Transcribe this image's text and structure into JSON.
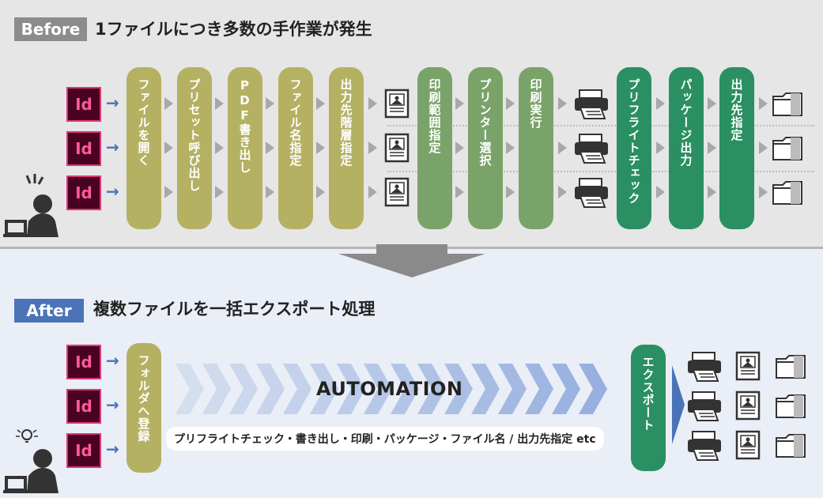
{
  "before": {
    "tag": "Before",
    "heading": "1ファイルにつき多数の手作業が発生",
    "id_label": "Id",
    "steps": [
      {
        "label": "ファイルを開く",
        "color": "#b5b162"
      },
      {
        "label": "プリセット呼び出し",
        "color": "#b5b162"
      },
      {
        "label": "PDF書き出し",
        "color": "#b5b162"
      },
      {
        "label": "ファイル名指定",
        "color": "#b5b162"
      },
      {
        "label": "出力先階層指定",
        "color": "#b5b162"
      },
      {
        "label": "印刷範囲指定",
        "color": "#7aa36a"
      },
      {
        "label": "プリンター選択",
        "color": "#7aa36a"
      },
      {
        "label": "印刷実行",
        "color": "#7aa36a"
      },
      {
        "label": "プリフライトチェック",
        "color": "#2a8f62"
      },
      {
        "label": "パッケージ出力",
        "color": "#2a8f62"
      },
      {
        "label": "出力先指定",
        "color": "#2a8f62"
      }
    ]
  },
  "after": {
    "tag": "After",
    "heading": "複数ファイルを一括エクスポート処理",
    "id_label": "Id",
    "register": "フォルダへ登録",
    "automation": "AUTOMATION",
    "caption": "プリフライトチェック・書き出し・印刷・パッケージ・ファイル名 / 出力先指定 etc",
    "export": "エクスポート"
  },
  "colors": {
    "before_tag": "#8c8c8c",
    "after_tag": "#4a73b8",
    "id_bg": "#49021f",
    "id_fg": "#ff5a9b"
  }
}
